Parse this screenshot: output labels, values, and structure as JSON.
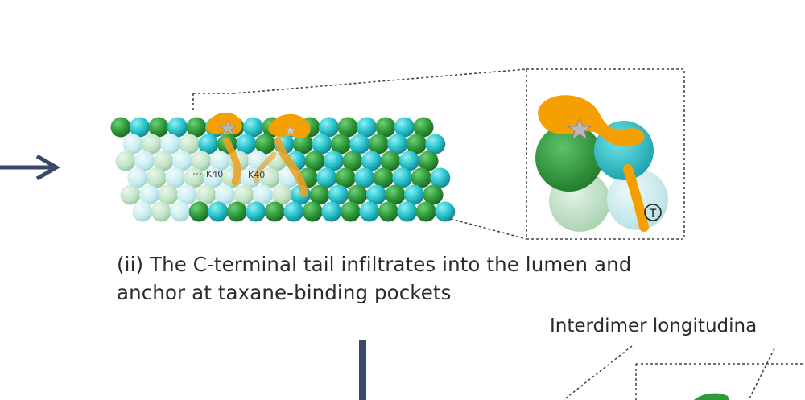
{
  "figure": {
    "caption_line1": "(ii) The C-terminal tail infiltrates into the lumen and",
    "caption_line2": "anchor at taxane-binding pockets",
    "inset_symbol": "T",
    "residue_labels": [
      "K40",
      "K40"
    ],
    "partial_label": "Interdimer longitudina",
    "icons": [
      "arrow-right-icon",
      "star-icon",
      "taxane-symbol-icon"
    ]
  },
  "colors": {
    "alpha_tubulin_dark": "#2f9a3a",
    "beta_tubulin_cyan": "#27c2cc",
    "alpha_tubulin_pale": "#bfe3c6",
    "beta_tubulin_pale": "#c7ecef",
    "tail_orange": "#f5a000",
    "arrow_navy": "#3a4a66",
    "star_grey": "#9a9a9a"
  }
}
